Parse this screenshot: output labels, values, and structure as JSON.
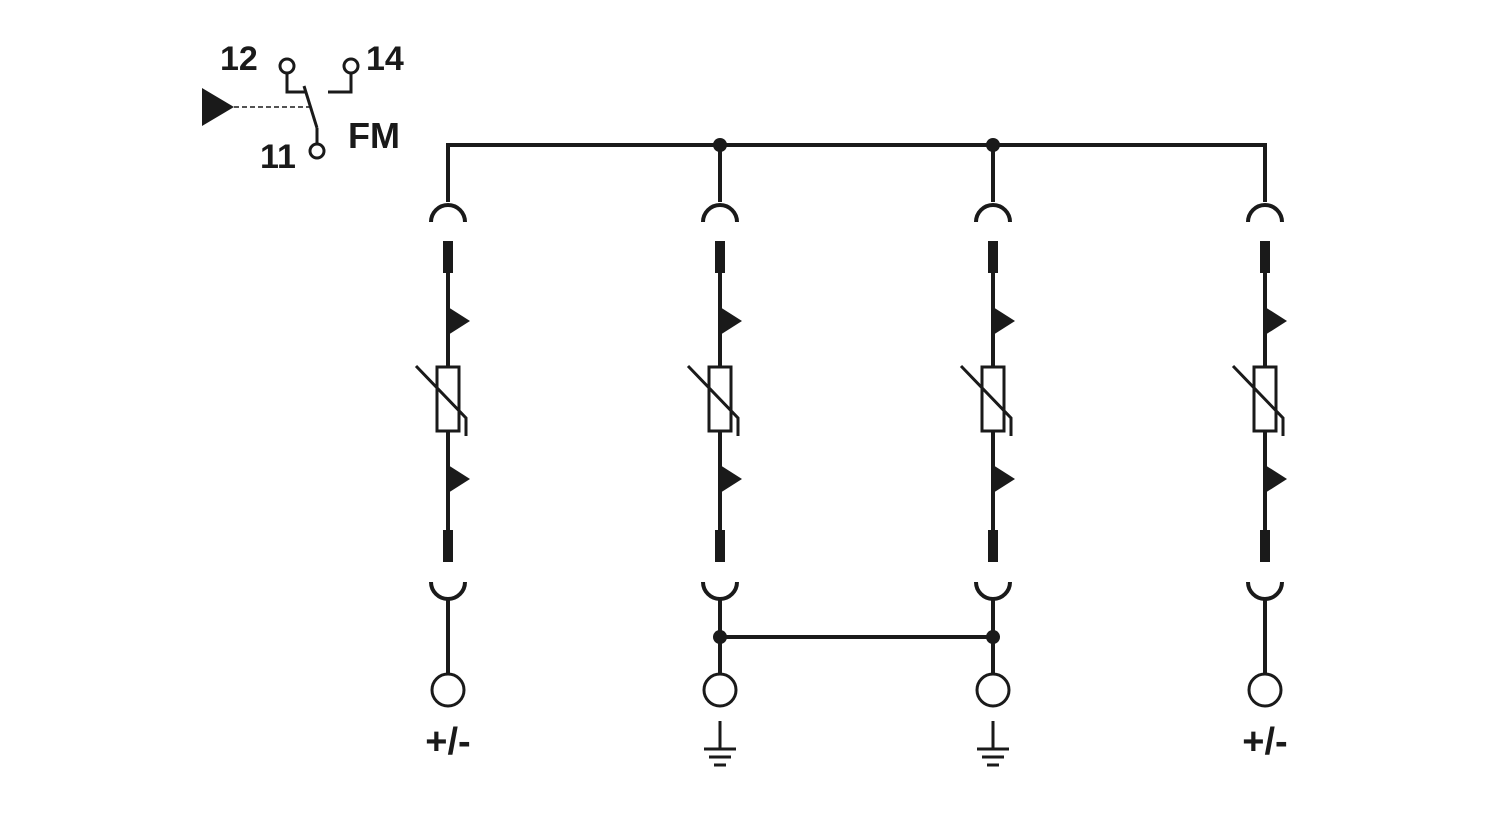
{
  "contact": {
    "label_12": "12",
    "label_14": "14",
    "label_11": "11",
    "label_fm": "FM"
  },
  "legs": [
    {
      "id": "leg-1",
      "terminal_label": "+/-",
      "terminal_symbol": "text"
    },
    {
      "id": "leg-2",
      "terminal_label": "",
      "terminal_symbol": "ground-icon"
    },
    {
      "id": "leg-3",
      "terminal_label": "",
      "terminal_symbol": "ground-icon"
    },
    {
      "id": "leg-4",
      "terminal_label": "+/-",
      "terminal_symbol": "text"
    }
  ],
  "colors": {
    "line": "#1a1a1a",
    "background": "#ffffff"
  }
}
